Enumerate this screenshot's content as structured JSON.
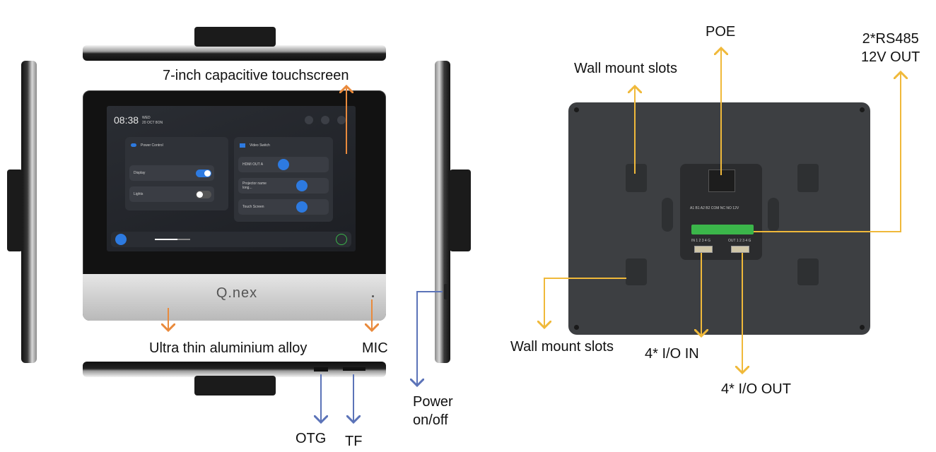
{
  "callouts": {
    "touchscreen": "7-inch capacitive touchscreen",
    "alloy": "Ultra thin aluminium alloy",
    "mic": "MIC",
    "otg": "OTG",
    "tf": "TF",
    "power_line1": "Power",
    "power_line2": "on/off",
    "poe": "POE",
    "rs485_line1": "2*RS485",
    "rs485_line2": "12V OUT",
    "wall_mount_top": "Wall mount slots",
    "wall_mount_bottom": "Wall mount slots",
    "io_in": "4* I/O IN",
    "io_out": "4* I/O OUT"
  },
  "brand": "Q.nex",
  "screen": {
    "time": "08:38",
    "date_day": "WED",
    "date_full": "20 OCT 8ON",
    "power_card_title": "Power Control",
    "video_card_title": "Video Switch",
    "row_display": "Display",
    "row_lights": "Lights",
    "row_hdmi": "HDMI OUT A",
    "row_projector": "Projector name long...",
    "row_touch": "Touch Screen"
  },
  "back_labels": {
    "terminal_top": "A1 B1 A2 B2 COM NC NO 12V",
    "io_in_small": "IN 1 2 3 4 G",
    "io_out_small": "OUT 1 2 3 4 G"
  },
  "colors": {
    "orange_arrow": "#e98a3c",
    "blue_arrow": "#5b73b8",
    "yellow_arrow": "#f0b93a",
    "toggle_on": "#2d7ae0"
  }
}
